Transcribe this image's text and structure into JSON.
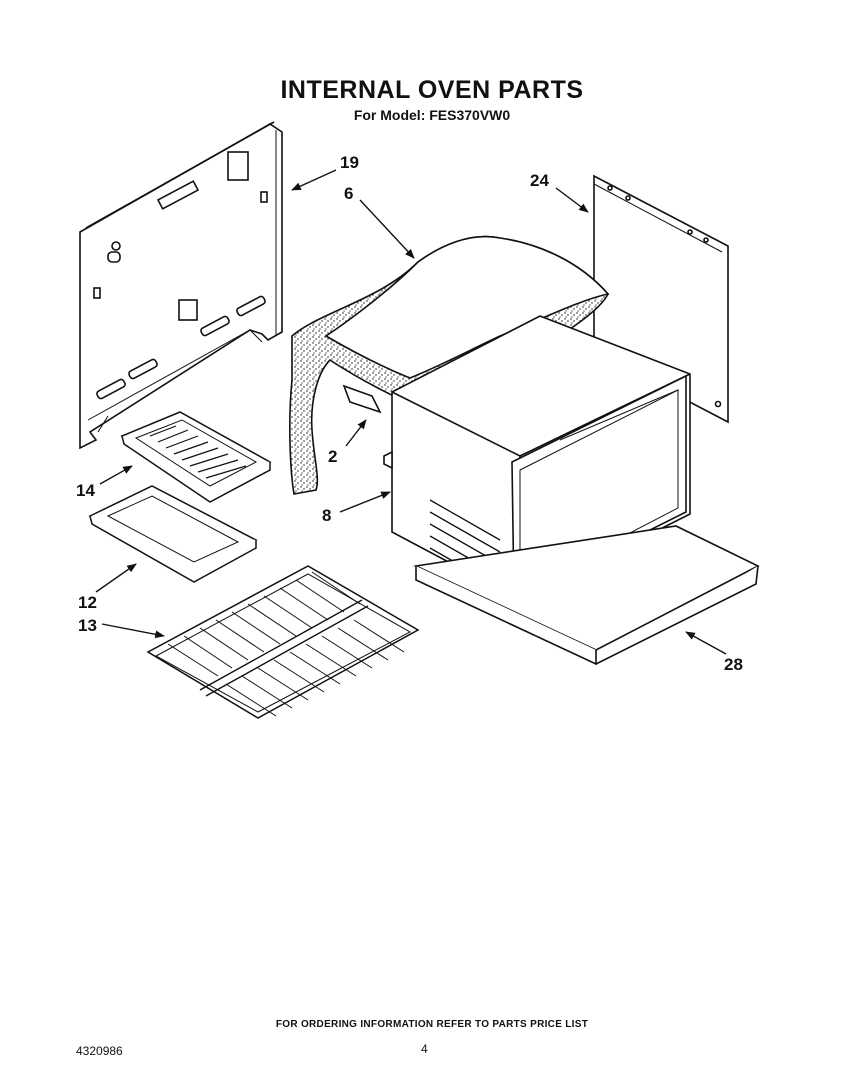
{
  "header": {
    "title": "INTERNAL OVEN PARTS",
    "subtitle": "For Model: FES370VW0"
  },
  "callouts": {
    "p19": "19",
    "p6": "6",
    "p24": "24",
    "p2": "2",
    "p14": "14",
    "p8": "8",
    "p12": "12",
    "p13": "13",
    "p28": "28"
  },
  "footer": {
    "note": "FOR ORDERING INFORMATION REFER TO PARTS PRICE LIST",
    "doc_number": "4320986",
    "page": "4"
  }
}
